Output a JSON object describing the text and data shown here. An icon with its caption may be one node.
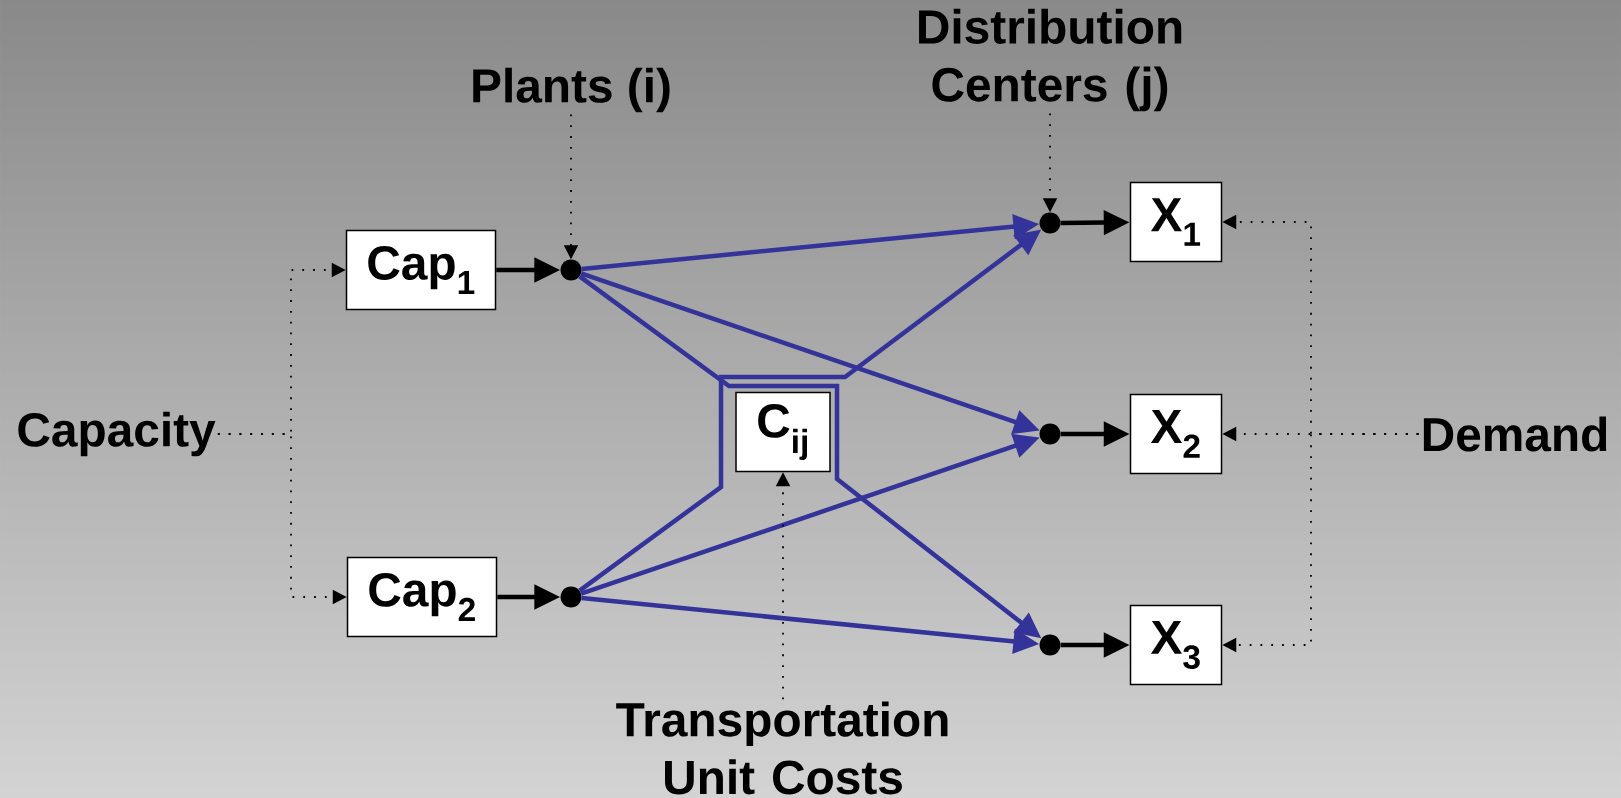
{
  "diagram": {
    "nodes": [
      {
        "text": [
          "Plants (i)"
        ]
      },
      {
        "text": [
          "Distribution Centers (j)"
        ]
      },
      {
        "text": [
          "Cap$_{1}$"
        ]
      },
      {
        "text": [],
        "shape": "circle"
      },
      {
        "text": [],
        "shape": "circle"
      },
      {
        "text": [
          "X$_{1}$"
        ]
      },
      {
        "text": [
          "Capacity"
        ]
      },
      {
        "text": [
          "C$_{ij}$"
        ]
      },
      {
        "text": [],
        "shape": "circle"
      },
      {
        "text": [
          "X$_{2}$"
        ]
      },
      {
        "text": [
          "Demand"
        ]
      },
      {
        "text": [
          "Cap$_{2}$"
        ]
      },
      {
        "text": [],
        "shape": "circle"
      },
      {
        "text": [],
        "shape": "circle"
      },
      {
        "text": [
          "X$_{3}$"
        ]
      },
      {
        "text": [
          "Transportation Unit Costs"
        ]
      }
    ],
    "edges": [
      {
        "from": 2,
        "to": 3,
        "arrow": "to"
      },
      {
        "from": 11,
        "to": 12,
        "arrow": "to"
      },
      {
        "from": 4,
        "to": 5,
        "arrow": "to"
      },
      {
        "from": 8,
        "to": 9,
        "arrow": "to"
      },
      {
        "from": 13,
        "to": 14,
        "arrow": "to"
      },
      {
        "from": 3,
        "to": 4,
        "arrow": "to",
        "color": "#333399"
      },
      {
        "from": 3,
        "to": 8,
        "arrow": "to",
        "color": "#333399"
      },
      {
        "from": 3,
        "to": 13,
        "arrow": "to",
        "color": "#333399"
      },
      {
        "from": 12,
        "to": 4,
        "arrow": "to",
        "color": "#333399"
      },
      {
        "from": 12,
        "to": 8,
        "arrow": "to",
        "color": "#333399"
      },
      {
        "from": 12,
        "to": 13,
        "arrow": "to",
        "color": "#333399"
      },
      {
        "from": 0,
        "to": 3,
        "arrow": "to",
        "style": "dashed"
      },
      {
        "from": 1,
        "to": 4,
        "arrow": "to",
        "style": "dashed"
      },
      {
        "from": 6,
        "to": 2,
        "arrow": "to",
        "style": "dashed"
      },
      {
        "from": 6,
        "to": 11,
        "arrow": "to",
        "style": "dashed"
      },
      {
        "from": 10,
        "to": 5,
        "arrow": "to",
        "style": "dashed"
      },
      {
        "from": 10,
        "to": 9,
        "arrow": "to",
        "style": "dashed"
      },
      {
        "from": 10,
        "to": 14,
        "arrow": "to",
        "style": "dashed"
      },
      {
        "from": 15,
        "to": 7,
        "arrow": "to",
        "style": "dashed"
      }
    ]
  }
}
